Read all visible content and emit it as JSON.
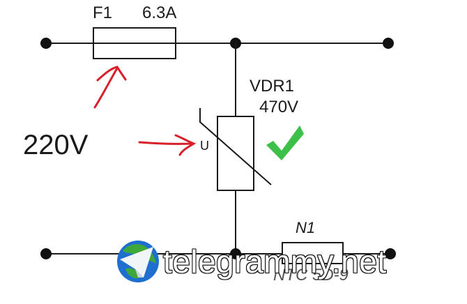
{
  "diagram": {
    "title": "VDR surge protection circuit",
    "fuse": {
      "label": "F1",
      "rating": "6.3A"
    },
    "varistor": {
      "label": "VDR1",
      "rating": "470V",
      "symbol_text": "U"
    },
    "input_voltage": "220V",
    "ntc": {
      "label": "N1",
      "value": "NTC 5D-9"
    },
    "annotation_color": "#d8202a",
    "check_color": "#3cc04a",
    "wire_color": "#1a1a1a"
  },
  "watermark": {
    "text": "telegrammy.net",
    "icon": "telegram-globe-icon"
  }
}
